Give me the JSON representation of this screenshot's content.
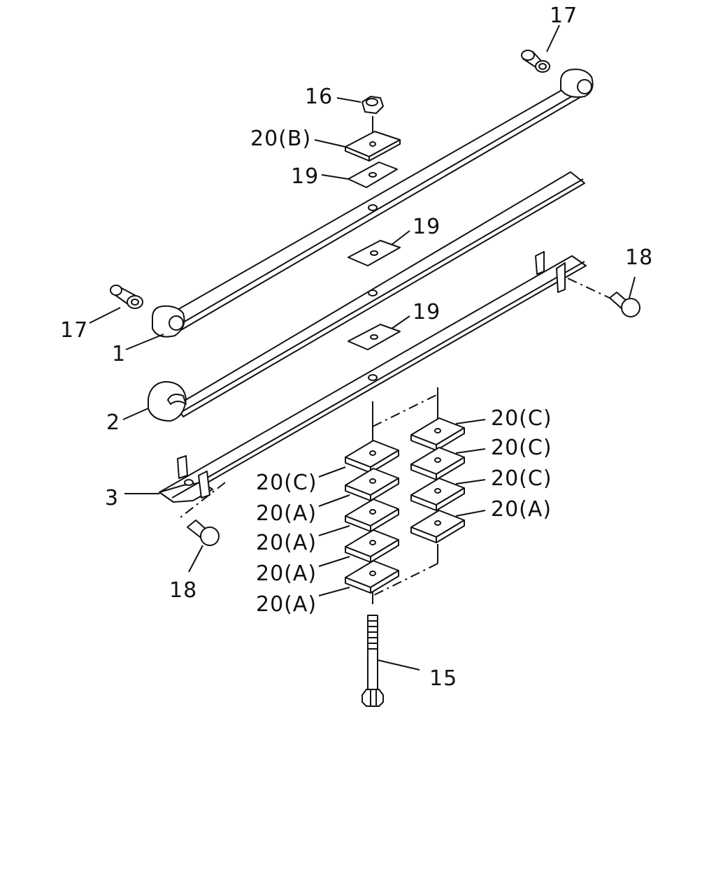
{
  "labels": {
    "bushing_top": "17",
    "bushing_left": "17",
    "nut": "16",
    "spacer_b": "20(B)",
    "pad_top": "19",
    "pad_mid": "19",
    "pad_low": "19",
    "leaf_1": "1",
    "leaf_2": "2",
    "leaf_3": "3",
    "bolt_right": "18",
    "bolt_left": "18",
    "center_bolt": "15",
    "spacers_left": [
      "20(C)",
      "20(A)",
      "20(A)",
      "20(A)",
      "20(A)"
    ],
    "spacers_right": [
      "20(C)",
      "20(C)",
      "20(C)",
      "20(A)"
    ]
  }
}
